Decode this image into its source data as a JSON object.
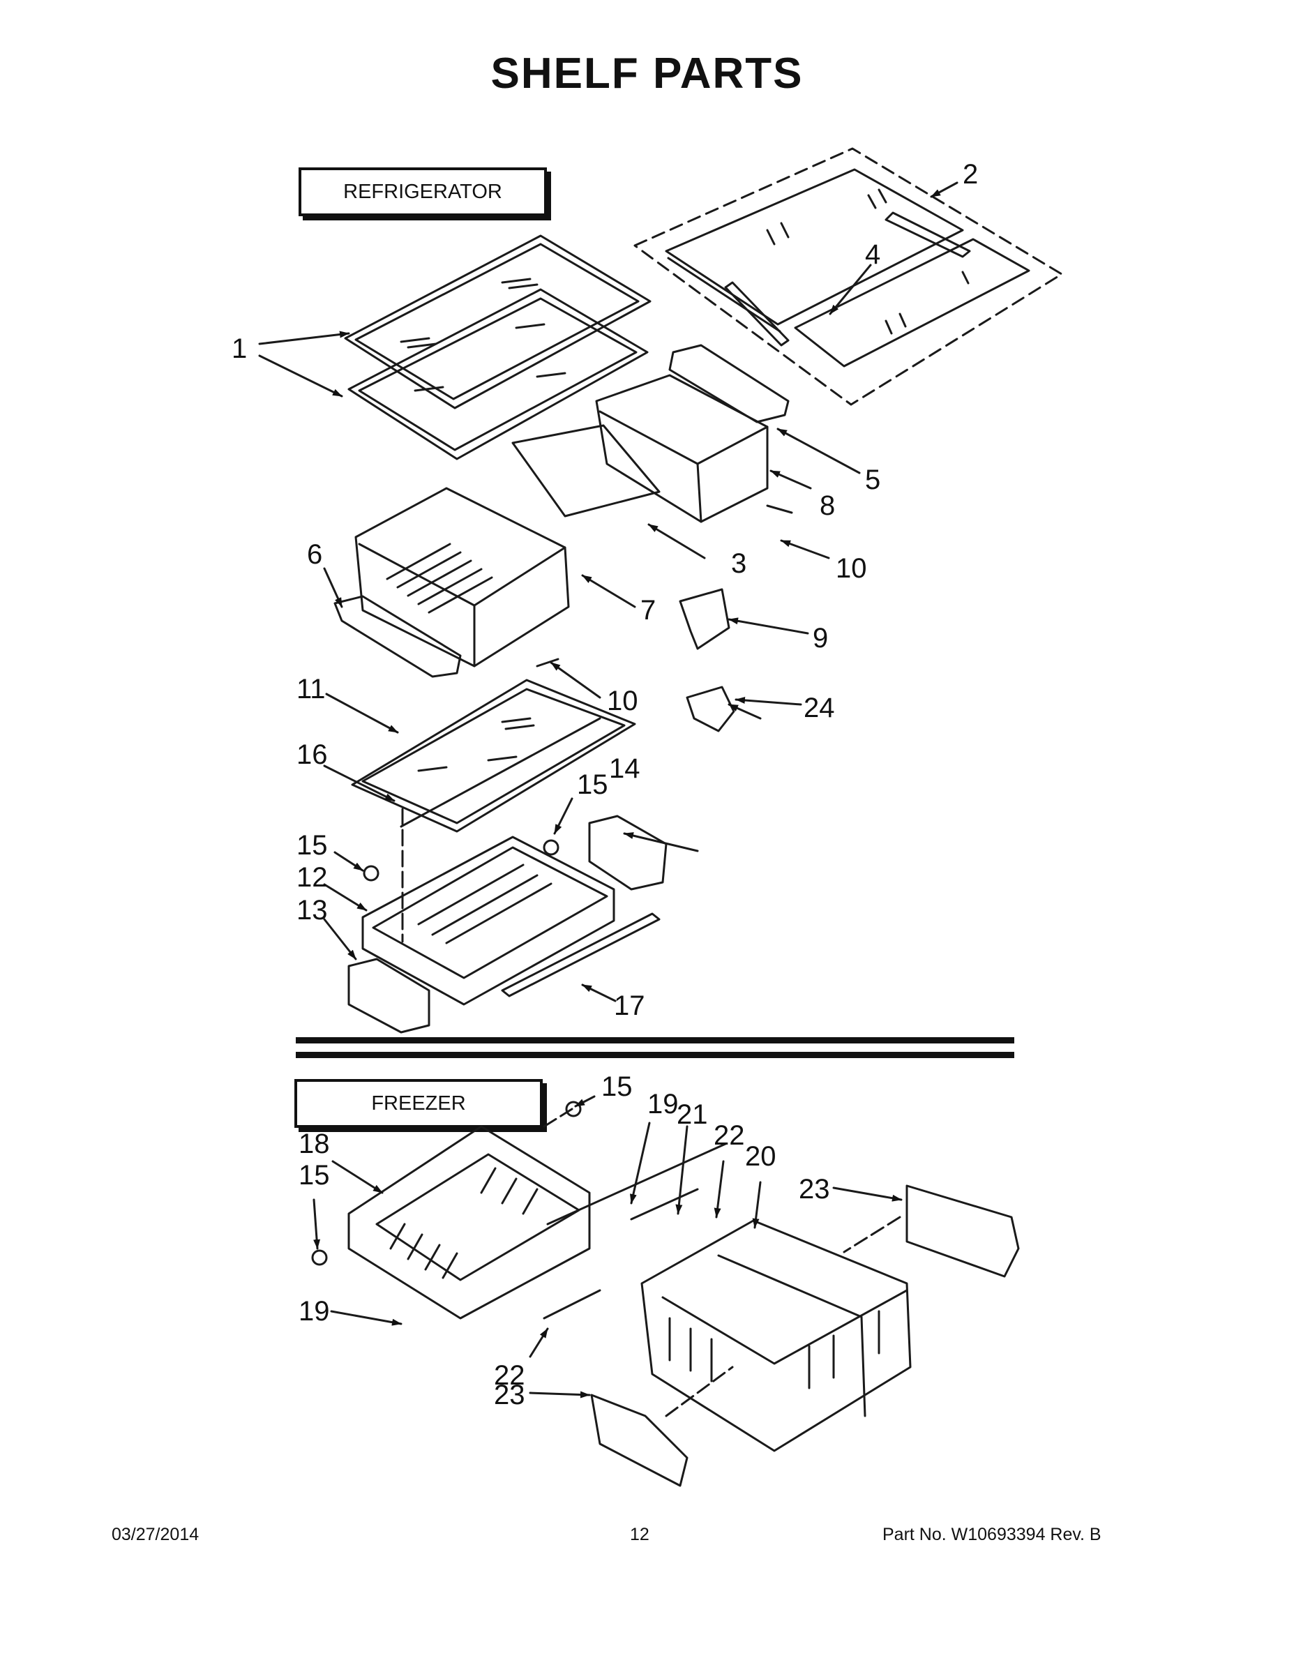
{
  "title": "SHELF PARTS",
  "sections": {
    "refrigerator": "REFRIGERATOR",
    "freezer": "FREEZER"
  },
  "callouts": {
    "c1": "1",
    "c2": "2",
    "c3": "3",
    "c4": "4",
    "c5": "5",
    "c6": "6",
    "c7": "7",
    "c8": "8",
    "c9": "9",
    "c10a": "10",
    "c10b": "10",
    "c11": "11",
    "c12": "12",
    "c13": "13",
    "c14": "14",
    "c15a": "15",
    "c15b": "15",
    "c15c": "15",
    "c15d": "15",
    "c16": "16",
    "c17": "17",
    "c18": "18",
    "c19a": "19",
    "c19b": "19",
    "c20": "20",
    "c21": "21",
    "c22a": "22",
    "c22b": "22",
    "c23a": "23",
    "c23b": "23",
    "c24": "24"
  },
  "footer": {
    "date": "03/27/2014",
    "page": "12",
    "part": "Part No.  W10693394  Rev.  B"
  }
}
